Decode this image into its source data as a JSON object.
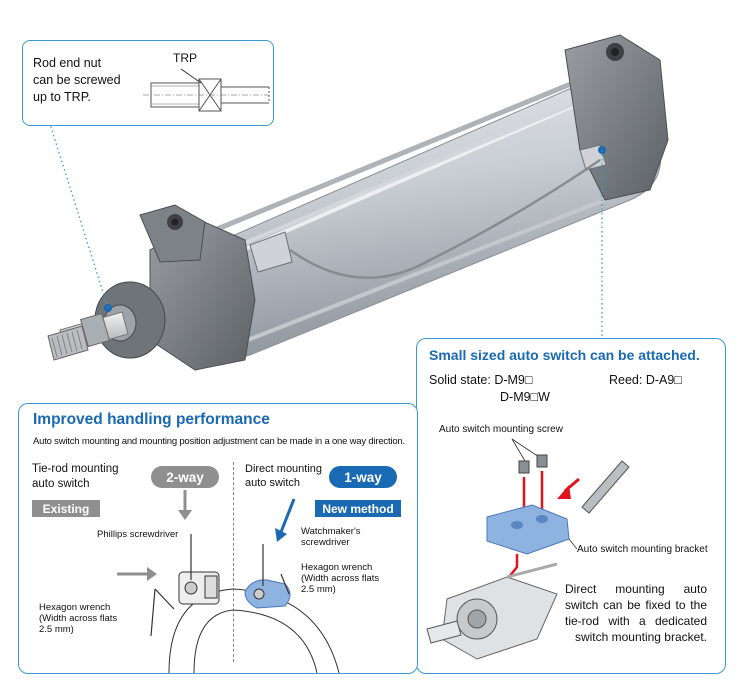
{
  "rod_end_note": {
    "text_lines": [
      "Rod end nut",
      "can be screwed",
      "up to TRP."
    ],
    "trp_label": "TRP"
  },
  "improved_handling": {
    "title": "Improved handling performance",
    "subtitle": "Auto switch mounting and mounting position adjustment can be made in a one way direction.",
    "existing": {
      "heading_lines": [
        "Tie-rod mounting",
        "auto switch"
      ],
      "badge": "2-way",
      "tag": "Existing",
      "tool_phillips": "Phillips screwdriver",
      "tool_hex_lines": [
        "Hexagon wrench",
        "(Width across flats",
        "2.5 mm)"
      ]
    },
    "new_method": {
      "heading_lines": [
        "Direct mounting",
        "auto switch"
      ],
      "badge": "1-way",
      "tag": "New method",
      "tool_watch_lines": [
        "Watchmaker's",
        "screwdriver"
      ],
      "tool_hex_lines": [
        "Hexagon wrench",
        "(Width across flats",
        "2.5 mm)"
      ]
    }
  },
  "small_switch": {
    "title": "Small sized auto switch can be attached.",
    "solid_state_line1": "Solid state: D-M9□",
    "solid_state_line2": "D-M9□W",
    "reed": "Reed: D-A9□",
    "screw_label": "Auto switch mounting screw",
    "bracket_label": "Auto switch mounting bracket",
    "description": "Direct mounting auto switch can be fixed to the tie-rod with a dedicated switch mounting bracket."
  },
  "colors": {
    "accent_blue": "#1a69b3",
    "frame_blue": "#3a9ad9",
    "badge_gray": "#8f8f8f",
    "arrow_red": "#e0141e",
    "bracket_blue": "#8fb3e0"
  }
}
